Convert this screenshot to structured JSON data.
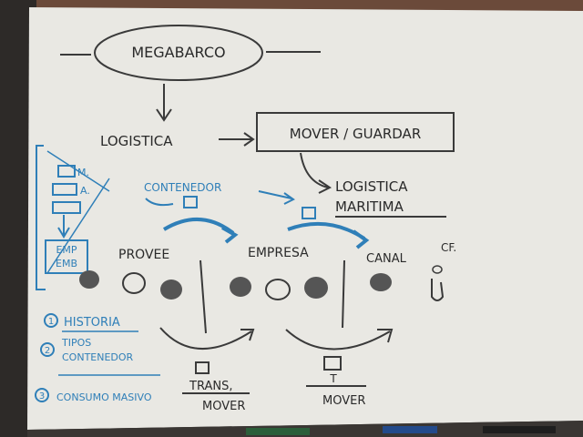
{
  "board": {
    "title": "MEGABARCO",
    "logistica": "LOGISTICA",
    "mover_guardar": "MOVER / GUARDAR",
    "logistica_maritima_1": "LOGISTICA",
    "logistica_maritima_2": "MARITIMA",
    "contenedor": "CONTENEDOR",
    "left_m": "M.",
    "left_a": "A.",
    "emp_1": "EMP",
    "emp_2": "EMB",
    "provee": "PROVEE",
    "empresa": "EMPRESA",
    "canal": "CANAL",
    "cf": "CF.",
    "trans": "TRANS,",
    "mover_1": "MOVER",
    "t_label": "T",
    "mover_2": "MOVER",
    "item1": "HISTORIA",
    "item2_a": "TIPOS",
    "item2_b": "CONTENEDOR",
    "item3": "CONSUMO MASIVO",
    "num1": "1",
    "num2": "2",
    "num3": "3"
  },
  "colors": {
    "paper": "#e9e8e3",
    "ink": "#2a2a2a",
    "blue": "#2f7fb8",
    "background": "#2d2a28"
  }
}
